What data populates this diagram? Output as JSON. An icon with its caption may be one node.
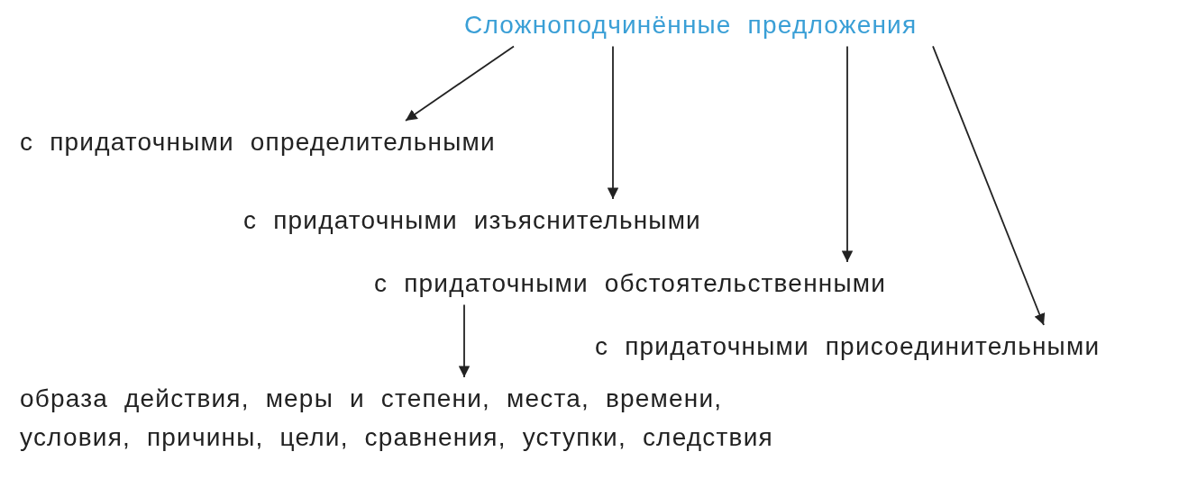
{
  "diagram": {
    "nodes": [
      {
        "text": [
          "Сложноподчинённые предложения"
        ]
      },
      {
        "text": [
          "с придаточными определительными"
        ]
      },
      {
        "text": [
          "с придаточными изъяснительными"
        ]
      },
      {
        "text": [
          "с придаточными обстоятельственными"
        ]
      },
      {
        "text": [
          "с придаточными присоединительными"
        ]
      },
      {
        "text": [
          "образа действия, меры и степени, места, времени, условия, причины, цели, сравнения, уступки, следствия"
        ]
      }
    ],
    "edges": [
      {
        "from": 0,
        "to": 1,
        "arrow": "to"
      },
      {
        "from": 0,
        "to": 2,
        "arrow": "to"
      },
      {
        "from": 0,
        "to": 3,
        "arrow": "to"
      },
      {
        "from": 0,
        "to": 4,
        "arrow": "to"
      },
      {
        "from": 3,
        "to": 5,
        "arrow": "to"
      }
    ]
  }
}
